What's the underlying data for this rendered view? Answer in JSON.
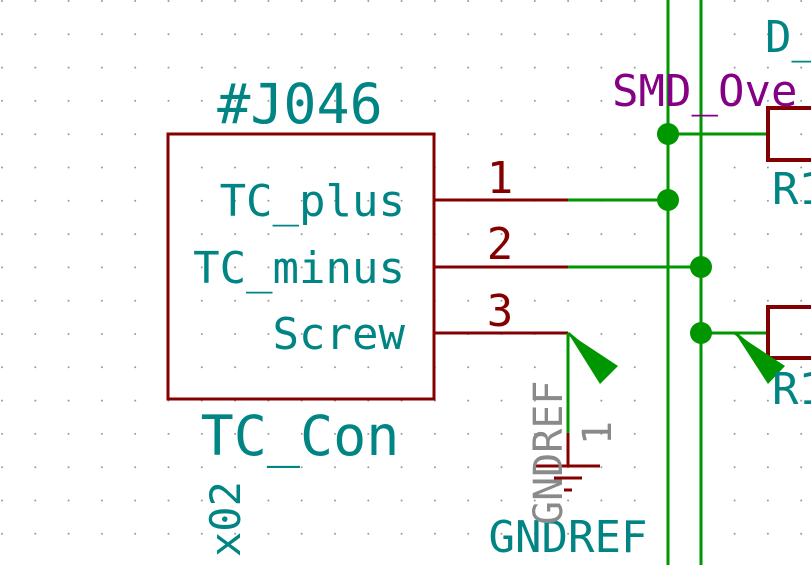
{
  "schematic": {
    "component": {
      "reference": "#J046",
      "value": "TC_Con",
      "footnote": "x02",
      "pins": [
        {
          "name": "TC_plus",
          "number": "1"
        },
        {
          "name": "TC_minus",
          "number": "2"
        },
        {
          "name": "Screw",
          "number": "3"
        }
      ]
    },
    "power_symbol": {
      "net_name": "GNDREF",
      "rotated_label": "GNDREF",
      "rotated_pin": "1"
    },
    "clipped_labels": {
      "top_right": "D_",
      "smd_label": "SMD_Ove",
      "r_upper": "R1",
      "r_lower": "R1"
    },
    "colors": {
      "background": "#ffffff",
      "grid_dot": "#9a9a9a",
      "body_outline": "#840000",
      "pin_line": "#840000",
      "wire": "#009600",
      "junction": "#009600",
      "ref_text": "#008484",
      "pin_number": "#840000",
      "smd_text": "#840084",
      "gndref_gray": "#8a8a8a"
    }
  }
}
